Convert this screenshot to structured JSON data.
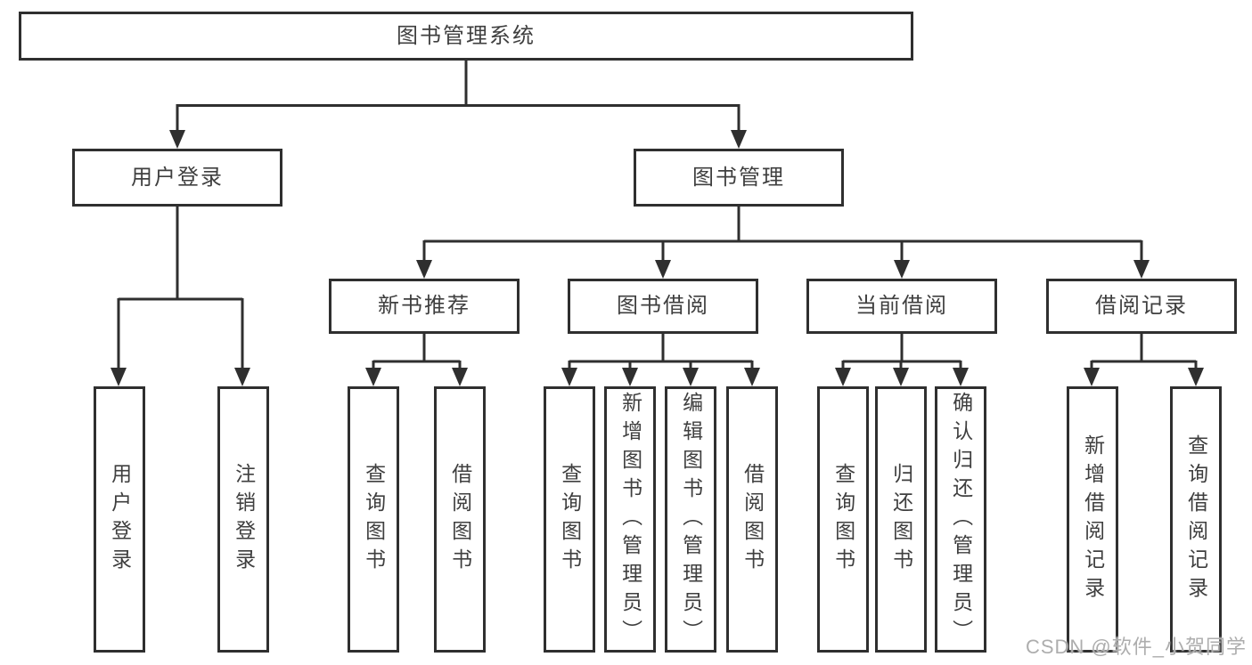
{
  "diagram": {
    "root": "图书管理系统",
    "branches": [
      {
        "label": "用户登录",
        "children": [
          "用户登录",
          "注销登录"
        ]
      },
      {
        "label": "图书管理",
        "groups": [
          {
            "label": "新书推荐",
            "children": [
              "查询图书",
              "借阅图书"
            ]
          },
          {
            "label": "图书借阅",
            "children": [
              "查询图书",
              "新增图书（管理员）",
              "编辑图书（管理员）",
              "借阅图书"
            ]
          },
          {
            "label": "当前借阅",
            "children": [
              "查询图书",
              "归还图书",
              "确认归还（管理员）"
            ]
          },
          {
            "label": "借阅记录",
            "children": [
              "新增借阅记录",
              "查询借阅记录"
            ]
          }
        ]
      }
    ]
  },
  "watermark": "CSDN @软件_小贺同学",
  "colors": {
    "line": "#2f2f2f",
    "text": "#3f3f3f",
    "watermark": "#adadad",
    "background": "#ffffff"
  }
}
